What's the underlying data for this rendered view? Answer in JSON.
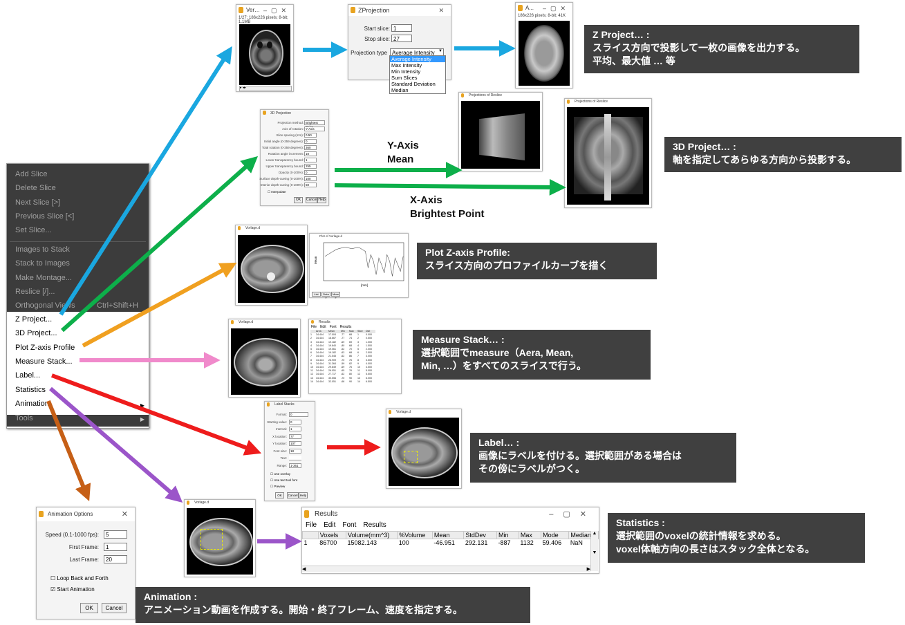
{
  "menu": {
    "items_dim": [
      "Add Slice",
      "Delete Slice",
      "Next Slice [>]",
      "Previous Slice [<]",
      "Set Slice..."
    ],
    "items_dim2": [
      "Images to Stack",
      "Stack to Images",
      "Make Montage...",
      "Reslice [/]...",
      "Orthogonal Views"
    ],
    "ortho_shortcut": "Ctrl+Shift+H",
    "items": [
      "Z Project...",
      "3D Project...",
      "Plot Z-axis Profile",
      "Measure Stack...",
      "Label...",
      "Statistics",
      "Animation"
    ],
    "tools": "Tools"
  },
  "zproject": {
    "image_info": "1/27; 186x226 pixels; 8-bit; 1.1MB",
    "dialog_title": "ZProjection",
    "start_label": "Start slice:",
    "start_value": "1",
    "stop_label": "Stop slice:",
    "stop_value": "27",
    "type_label": "Projection type",
    "type_value": "Average Intensity",
    "options": [
      "Average Intensity",
      "Max Intensity",
      "Min Intensity",
      "Sum Slices",
      "Standard Deviation",
      "Median"
    ],
    "result_title": "A...",
    "result_info": "186x226 pixels; 8-bit; 41K"
  },
  "project3d": {
    "labels": [
      "Projection method:",
      "Axis of rotation:",
      "Slice spacing (mm):",
      "Initial angle (0-359 degrees):",
      "Total rotation (0-359 degrees):",
      "Rotation angle increment:",
      "Lower transparency bound:",
      "Upper transparency bound:",
      "Opacity (0-100%):",
      "Surface depth-cueing (0-100%):",
      "Interior depth-cueing (0-100%):"
    ],
    "values": [
      "Brightest Point",
      "Y-Axis",
      "0.50",
      "0",
      "360",
      "10",
      "1",
      "255",
      "0",
      "100",
      "50"
    ],
    "interpolate": "Interpolate",
    "buttons": [
      "OK",
      "Cancel",
      "Help"
    ],
    "y_axis_label": "Y-Axis",
    "y_mean_label": "Mean",
    "x_axis_label": "X-Axis",
    "x_bp_label": "Brightest Point"
  },
  "profile": {
    "ylabel": "Mean",
    "xlabel": "[mm]",
    "buttons": [
      "List",
      "Data »",
      "More »"
    ]
  },
  "measure": {
    "menu": [
      "File",
      "Edit",
      "Font",
      "Results"
    ],
    "headers": [
      "",
      "Area",
      "Mean",
      "Min",
      "Max",
      "Slice",
      "Dist"
    ],
    "rows": [
      [
        "1",
        "34.444",
        "17.004",
        "-77",
        "68",
        "1",
        "0.000"
      ],
      [
        "2",
        "34.444",
        "18.667",
        "-77",
        "74",
        "2",
        "0.500"
      ],
      [
        "3",
        "34.444",
        "19.182",
        "-69",
        "69",
        "3",
        "1.000"
      ],
      [
        "4",
        "34.444",
        "19.840",
        "-80",
        "68",
        "4",
        "1.500"
      ],
      [
        "5",
        "34.444",
        "19.061",
        "-52",
        "70",
        "5",
        "2.000"
      ],
      [
        "6",
        "34.444",
        "19.182",
        "-63",
        "68",
        "6",
        "2.500"
      ],
      [
        "7",
        "34.444",
        "21.545",
        "-62",
        "86",
        "7",
        "3.000"
      ],
      [
        "8",
        "34.444",
        "26.909",
        "-70",
        "76",
        "8",
        "3.500"
      ],
      [
        "9",
        "34.444",
        "31.364",
        "-59",
        "82",
        "9",
        "4.000"
      ],
      [
        "10",
        "34.444",
        "29.849",
        "-69",
        "76",
        "10",
        "4.500"
      ],
      [
        "11",
        "34.444",
        "26.051",
        "-65",
        "76",
        "11",
        "5.000"
      ],
      [
        "12",
        "34.444",
        "27.717",
        "-62",
        "80",
        "12",
        "5.500"
      ],
      [
        "13",
        "34.444",
        "30.556",
        "-70",
        "90",
        "13",
        "6.000"
      ],
      [
        "14",
        "34.444",
        "32.051",
        "-68",
        "90",
        "14",
        "6.500"
      ]
    ]
  },
  "label": {
    "title": "Label Stacks",
    "fields": [
      {
        "label": "Format:",
        "value": "0"
      },
      {
        "label": "Starting value:",
        "value": "0"
      },
      {
        "label": "Interval:",
        "value": "1"
      },
      {
        "label": "X location:",
        "value": "77"
      },
      {
        "label": "Y location:",
        "value": "107"
      },
      {
        "label": "Font size:",
        "value": "18"
      },
      {
        "label": "Text:",
        "value": ""
      },
      {
        "label": "Range:",
        "value": "1-361"
      }
    ],
    "checks": [
      "Use overlay",
      "Use text tool font",
      "Preview"
    ],
    "buttons": [
      "OK",
      "Cancel",
      "Help"
    ]
  },
  "statistics": {
    "title": "Results",
    "menu": [
      "File",
      "Edit",
      "Font",
      "Results"
    ],
    "headers": [
      "",
      "Voxels",
      "Volume(mm^3)",
      "%Volume",
      "Mean",
      "StdDev",
      "Min",
      "Max",
      "Mode",
      "Median"
    ],
    "row": [
      "1",
      "86700",
      "15082.143",
      "100",
      "-46.951",
      "292.131",
      "-887",
      "1132",
      "59.406",
      "NaN"
    ]
  },
  "animation": {
    "title": "Animation Options",
    "speed_label": "Speed (0.1-1000 fps):",
    "speed_value": "5",
    "first_label": "First Frame:",
    "first_value": "1",
    "last_label": "Last Frame:",
    "last_value": "20",
    "loop_label": "Loop Back and Forth",
    "start_label": "Start Animation",
    "ok": "OK",
    "cancel": "Cancel"
  },
  "notes": {
    "zproj_l1": "Z Project… :",
    "zproj_l2": "スライス方向で投影して一枚の画像を出力する。",
    "zproj_l3": "平均、最大値 … 等",
    "p3d_l1": "3D Project… :",
    "p3d_l2": "軸を指定してあらゆる方向から投影する。",
    "plot_l1": "Plot Z-axis Profile:",
    "plot_l2": "スライス方向のプロファイルカーブを描く",
    "meas_l1": "Measure Stack… :",
    "meas_l2": "選択範囲でmeasure（Aera, Mean,",
    "meas_l3": "Min, …）をすべてのスライスで行う。",
    "label_l1": "Label… :",
    "label_l2": "画像にラベルを付ける。選択範囲がある場合は",
    "label_l3": "その傍にラベルがつく。",
    "stat_l1": "Statistics :",
    "stat_l2": "選択範囲のvoxelの統計情報を求める。",
    "stat_l3": "voxel体軸方向の長さはスタック全体となる。",
    "anim_l1": "Animation :",
    "anim_l2": "アニメーション動画を作成する。開始・終了フレーム、速度を指定する。"
  },
  "colors": {
    "blue": "#1aa7e0",
    "green": "#0daf4a",
    "orange": "#f0a020",
    "pink": "#f08acb",
    "red": "#ee1c1c",
    "purple": "#9b55c9",
    "brown": "#c65f16",
    "note_bg": "#404040"
  }
}
